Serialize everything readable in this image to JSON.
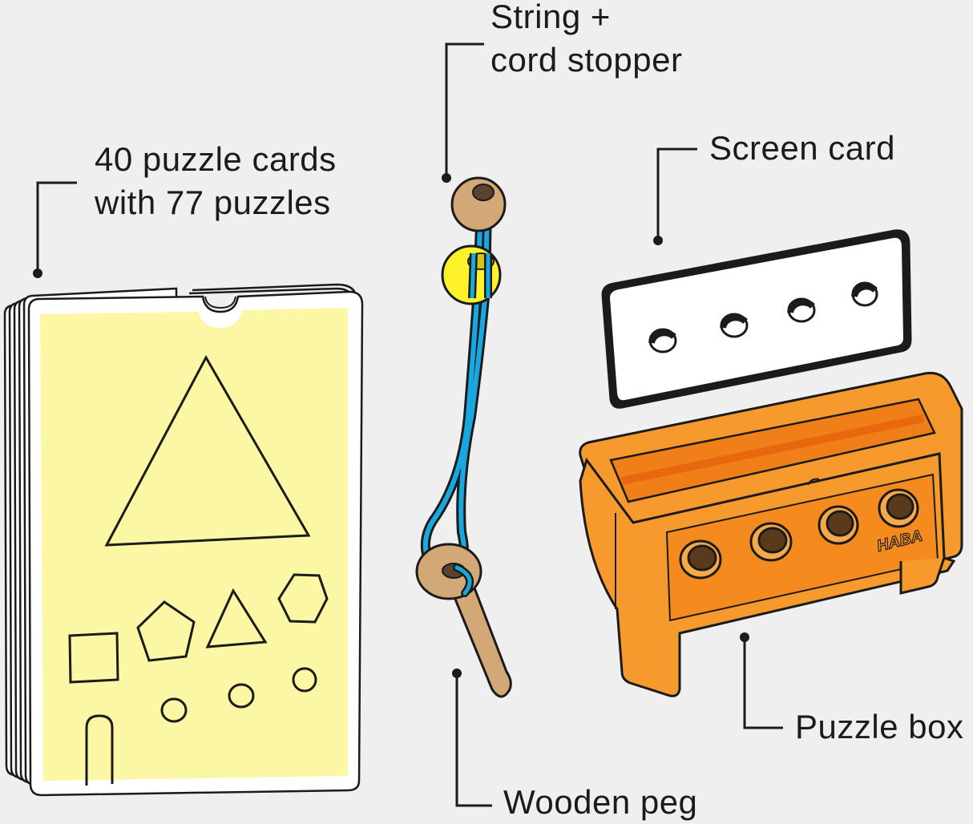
{
  "labels": {
    "cards": {
      "line1": "40 puzzle cards",
      "line2": "with 77 puzzles"
    },
    "string": {
      "line1": "String +",
      "line2": "cord stopper"
    },
    "screen": {
      "line1": "Screen card"
    },
    "box": {
      "line1": "Puzzle box"
    },
    "peg": {
      "line1": "Wooden peg"
    }
  },
  "box_logo": "HABA",
  "colors": {
    "background": "#efefef",
    "outline": "#1b1b1b",
    "card_yellow": "#fbf7a4",
    "box_orange": "#f79a2e",
    "box_orange_dark": "#f07f1a",
    "string_blue": "#19a7e0",
    "bead_yellow": "#fff12a",
    "wood": "#d2a877"
  }
}
